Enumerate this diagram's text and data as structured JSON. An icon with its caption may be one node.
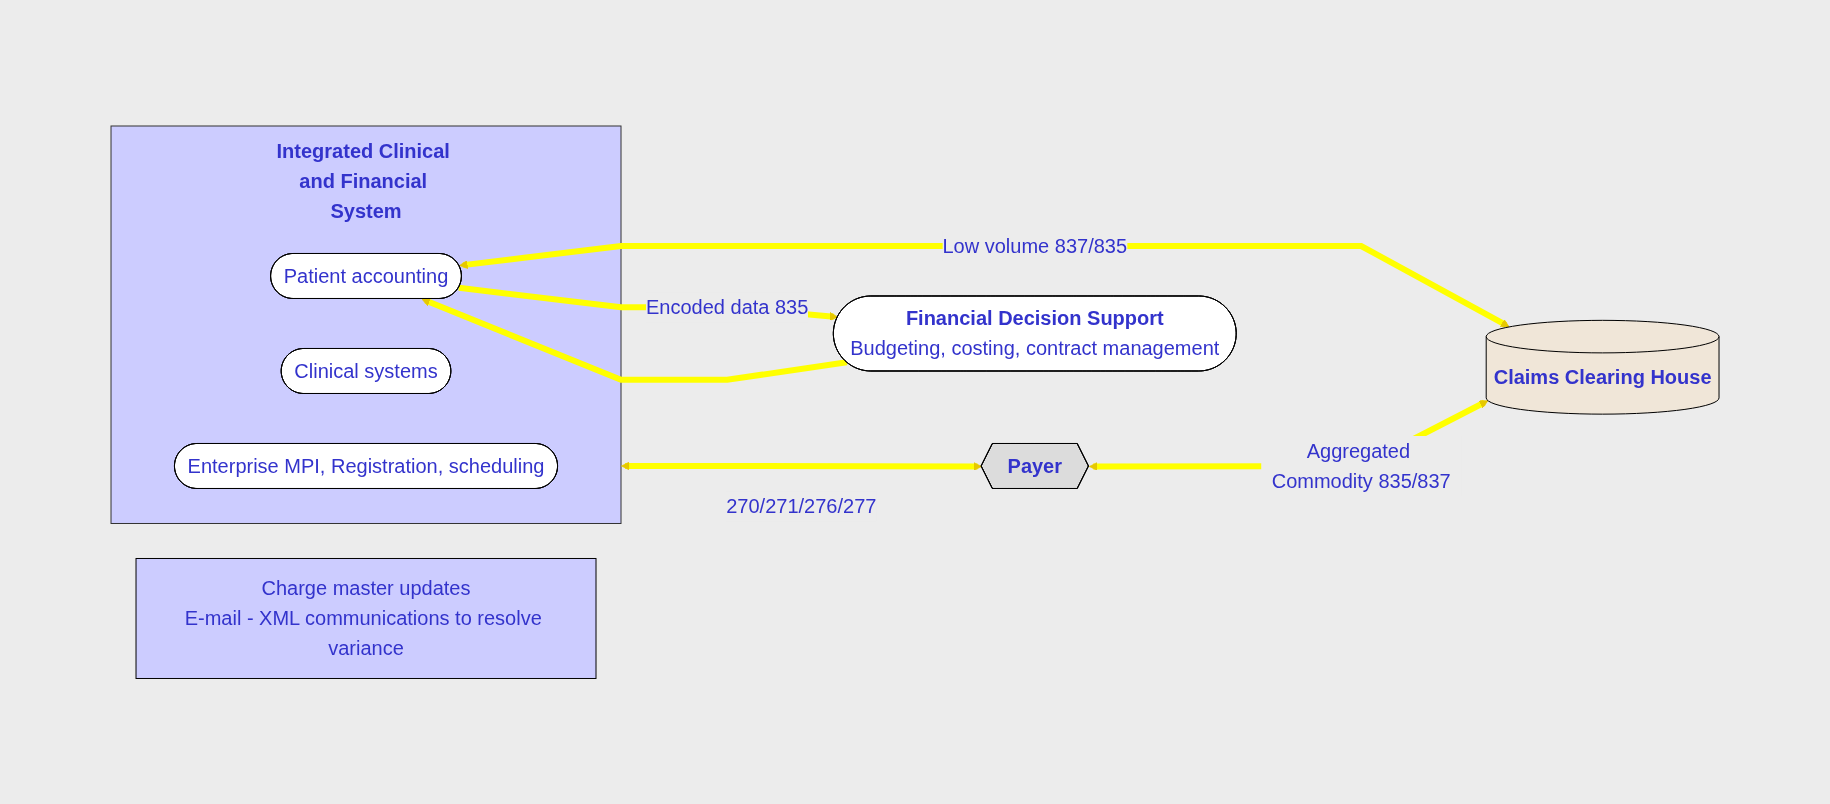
{
  "diagram": {
    "nodes": [
      {
        "text": [
          "Integrated Clinical and Financial System"
        ]
      },
      {
        "text": [
          "Enterprise MPI, Registration, scheduling"
        ],
        "in": 0
      },
      {
        "text": [
          "Clinical systems"
        ],
        "in": 0
      },
      {
        "text": [
          "Patient accounting"
        ],
        "in": 0
      },
      {
        "text": [
          "Payer"
        ]
      },
      {
        "text": [
          "Claims Clearing House"
        ]
      },
      {
        "text": [
          "Financial Decision Support",
          "Budgeting, costing, contract management"
        ]
      },
      {
        "text": [
          "Charge master updates",
          "E-mail - XML communications to resolve variance"
        ]
      }
    ],
    "edges": [
      {
        "from": 0,
        "to": 4,
        "arrow": "both",
        "label": "270/271/276/277"
      },
      {
        "from": 3,
        "to": 6,
        "arrow": "to",
        "label": "Encoded data 835"
      },
      {
        "from": 6,
        "to": 3,
        "arrow": "to"
      },
      {
        "from": 3,
        "to": 5,
        "arrow": "both",
        "label": "Low volume 837/835"
      },
      {
        "from": 4,
        "to": 5,
        "arrow": "both",
        "label": "Aggregated Commodity 835/837"
      }
    ]
  }
}
